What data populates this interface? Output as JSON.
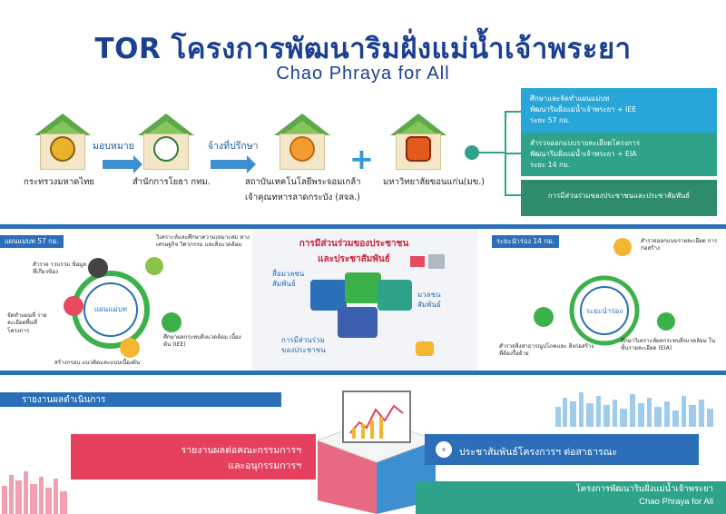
{
  "header": {
    "title": "TOR โครงการพัฒนาริมฝั่งแม่น้ำเจ้าพระยา",
    "subtitle": "Chao Phraya for All"
  },
  "agencies": [
    {
      "label": "กระทรวงมหาดไทย"
    },
    {
      "label": "สำนักการโยธา กทม."
    },
    {
      "label": "สถาบันเทคโนโลยีพระจอมเกล้า",
      "label2": "เจ้าคุณทหารลาดกระบัง (สจล.)"
    },
    {
      "label": "มหาวิทยาลัยขอนแก่น(มข.)"
    }
  ],
  "steps": {
    "assign": "มอบหมาย",
    "hire": "จ้างที่ปรึกษา"
  },
  "scope": [
    {
      "line1": "ศึกษาและจัดทำแผนแม่บท",
      "line2": "พัฒนาริมฝั่งแม่น้ำเจ้าพระยา + IEE",
      "line3": "ระยะ 57 กม.",
      "color": "#29a6d9"
    },
    {
      "line1": "สำรวจออกแบบรายละเอียดโครงการ",
      "line2": "พัฒนาริมฝั่งแม่น้ำเจ้าพระยา + EIA",
      "line3": "ระยะ 14 กม.",
      "color": "#2ea38a"
    },
    {
      "line1": "การมีส่วนร่วมของประชาชนและประชาสัมพันธ์",
      "color": "#2e8c6b"
    }
  ],
  "left_panel": {
    "tag": "แผนแม่บท 57 กม.",
    "center": "แผนแม่บท",
    "items": [
      {
        "text": "สำรวจ รวบรวม ข้อมูลที่เกี่ยวข้อง"
      },
      {
        "text": "วิเคราะห์และศึกษาความเหมาะสม ทางเศรษฐกิจ วิศวกรรม และสิ่งแวดล้อม"
      },
      {
        "text": "จัดทำแผนที่ รายละเอียดพื้นที่ โครงการ"
      },
      {
        "text": "ศึกษาผลกระทบสิ่งแวดล้อม เบื้องต้น (IEE)"
      },
      {
        "text": "สร้างกรอบ แนวคิดและแบบเบื้องต้น"
      }
    ]
  },
  "center_panel": {
    "title": "การมีส่วนร่วมของประชาชน และประชาสัมพันธ์",
    "media_pr": "สื่อมวลชน สัมพันธ์",
    "mass_pr": "มวลชน สัมพันธ์",
    "participation": "การมีส่วนร่วม ของประชาชน"
  },
  "right_panel": {
    "tag": "ระยะนำร่อง 14 กม.",
    "center": "ระยะนำร่อง",
    "items": [
      {
        "text": "สำรวจออกแบบรายละเอียด การก่อสร้าง"
      },
      {
        "text": "สำรวจสิ่งสาธารณูปโภคและ สิ่งก่อสร้างที่ต้องรื้อย้าย"
      },
      {
        "text": "ศึกษาวิเคราะห์ผลกระทบสิ่งแวดล้อม ในขั้นรายละเอียด (EIA)"
      }
    ]
  },
  "bottom": {
    "report_label": "รายงานผลดำเนินการ",
    "committee_report": "รายงานผลต่อคณะกรรมการฯ",
    "subcommittee_report": "และอนุกรรมการฯ",
    "public_pr": "ประชาสัมพันธ์โครงการฯ ต่อสาธารณะ",
    "footer_th": "โครงการพัฒนาริมฝั่งแม่น้ำเจ้าพระยา",
    "footer_en": "Chao Phraya for All"
  },
  "colors": {
    "primary_blue": "#1b3f91",
    "band_blue": "#2b6fb8",
    "teal": "#2ea38a",
    "red": "#e5405e",
    "house_green": "#5fa84a"
  }
}
